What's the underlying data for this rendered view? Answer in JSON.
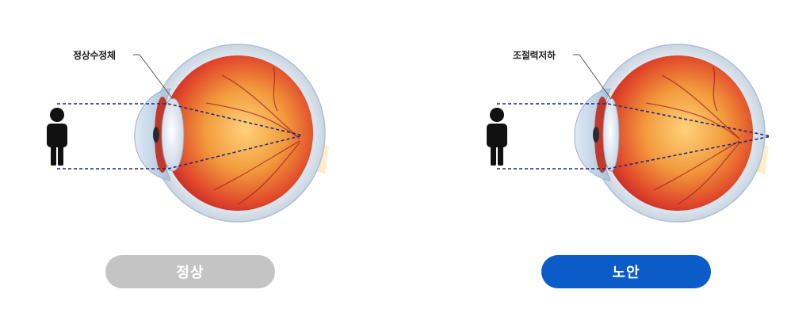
{
  "panels": [
    {
      "callout": "정상수정체",
      "label": "정상",
      "label_color": "#c4c4c4",
      "lens_state": "normal"
    },
    {
      "callout": "조절력저하",
      "label": "노안",
      "label_color": "#0b5bc8",
      "lens_state": "reduced-accommodation"
    }
  ],
  "colors": {
    "ray_line": "#1f2a7a",
    "person": "#111111"
  },
  "icons": [
    "person-icon",
    "eye-cross-section-illustration"
  ]
}
